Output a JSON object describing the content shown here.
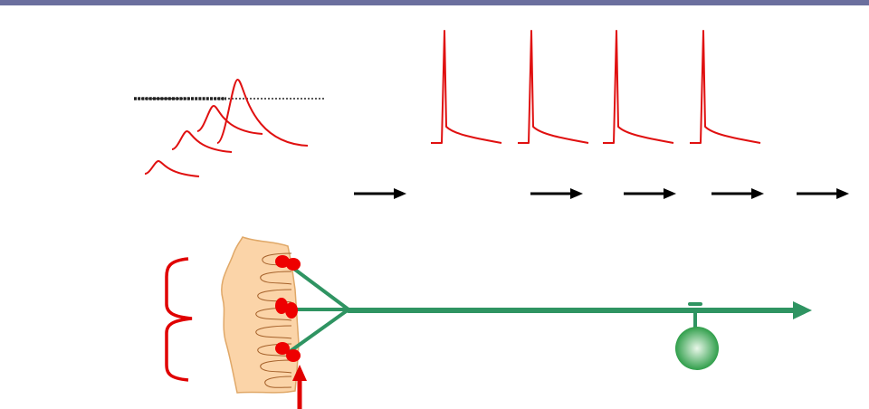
{
  "colors": {
    "title_bar": "#6b6f9e",
    "background": "#ffffff",
    "potential_trace": "#e01010",
    "threshold_line": "#222222",
    "propagation_arrow": "#000000",
    "axon": "#2f9462",
    "receptor": "#ee0000",
    "stimulus_arrow": "#e00000",
    "brace": "#e00000",
    "tissue_fill": "#fbd4a8",
    "tissue_outline": "#e0a868",
    "node_light": "#e9f7e9",
    "node_dark": "#2f9e4a"
  },
  "icons": {
    "summating_potentials": "summating-potentials-icon",
    "action_potential": "action-potential-icon",
    "propagation_arrow": "right-arrow-icon",
    "receptor_tissue": "receptor-tissue-icon",
    "receptor": "receptor-icon",
    "axon": "axon-icon",
    "cell_body": "cell-body-icon",
    "stimulus_arrow": "up-arrow-icon",
    "brace": "left-brace-icon"
  },
  "diagram": {
    "action_potential_count": 4,
    "propagation_arrow_count": 5,
    "receptor_count": 3,
    "generator_potential_count": 4
  }
}
